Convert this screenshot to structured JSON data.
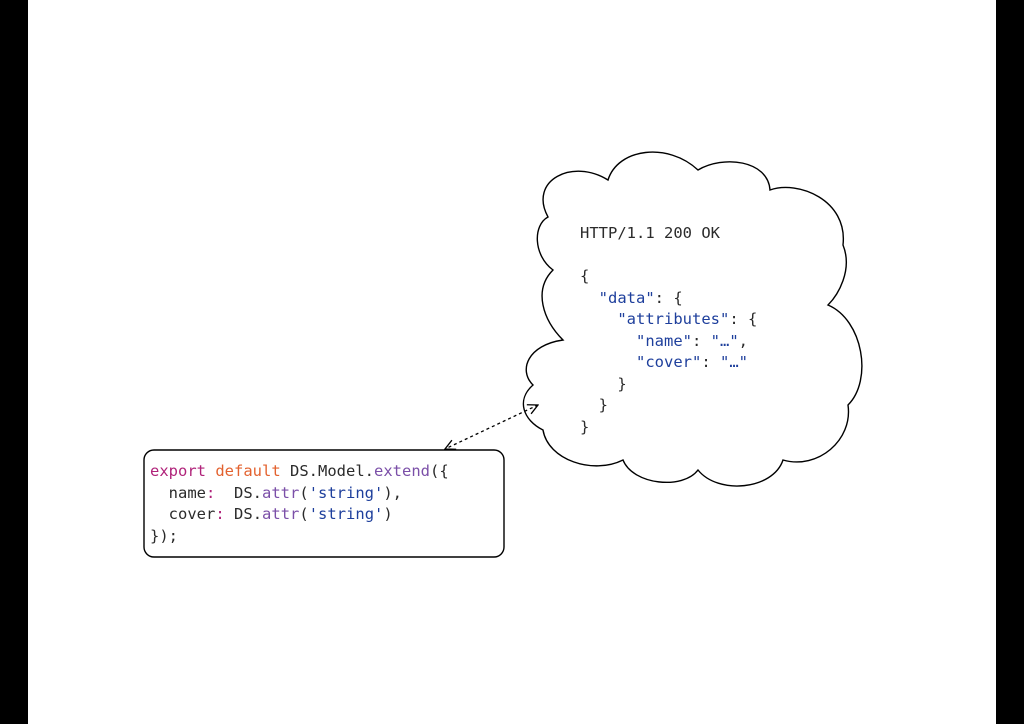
{
  "response": {
    "status": "HTTP/1.1 200 OK",
    "open_brace": "{",
    "data_key": "\"data\"",
    "data_sep": ": {",
    "attributes_key": "\"attributes\"",
    "attributes_sep": ": {",
    "name_key": "\"name\"",
    "name_sep": ": ",
    "name_value": "\"…\"",
    "name_comma": ",",
    "cover_key": "\"cover\"",
    "cover_sep": ": ",
    "cover_value": "\"…\"",
    "close_attributes": "}",
    "close_data": "}",
    "close_root": "}"
  },
  "model": {
    "export_kw": "export",
    "default_kw": "default",
    "ds_model": "DS.Model.",
    "extend_fn": "extend",
    "extend_open": "({",
    "name_prop": "name",
    "name_colon": ":",
    "name_ds": "DS.",
    "name_attr_fn": "attr",
    "name_paren_open": "(",
    "name_str": "'string'",
    "name_paren_close": "),",
    "cover_prop": "cover",
    "cover_colon": ":",
    "cover_ds": "DS.",
    "cover_attr_fn": "attr",
    "cover_paren_open": "(",
    "cover_str": "'string'",
    "cover_paren_close": ")",
    "close": "});"
  },
  "colors": {
    "keyword_export": "#b0237a",
    "keyword_default": "#e3622f",
    "function": "#7b4fa8",
    "string": "#1e3f9c",
    "text": "#2b2b2b"
  }
}
